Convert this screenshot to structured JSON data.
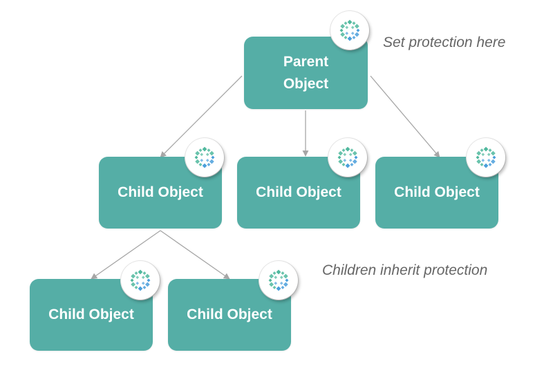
{
  "colors": {
    "node_fill": "#55aea6",
    "node_text": "#ffffff",
    "connector": "#a6a6a6",
    "caption_text": "#666666",
    "icon_green": "#4fb89d",
    "icon_blue": "#4a9fdc"
  },
  "icon": "shield-ring-icon",
  "nodes": {
    "parent": "Parent\nObject",
    "child_1": "Child Object",
    "child_2": "Child Object",
    "child_3": "Child Object",
    "grandchild_1": "Child Object",
    "grandchild_2": "Child Object"
  },
  "captions": {
    "set_protection": "Set protection here",
    "inherit": "Children inherit protection"
  }
}
